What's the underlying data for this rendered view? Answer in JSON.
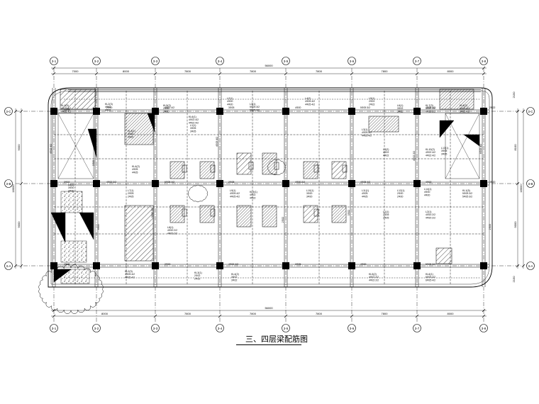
{
  "drawing_title": "三、四层梁配筋图",
  "grid_columns": [
    {
      "label": "3-1"
    },
    {
      "label": "3-2"
    },
    {
      "label": "3-3"
    },
    {
      "label": "3-4"
    },
    {
      "label": "3-5"
    },
    {
      "label": "3-6"
    },
    {
      "label": "3-7"
    },
    {
      "label": "3-8"
    }
  ],
  "grid_rows": [
    {
      "label": "3-C"
    },
    {
      "label": "3-B"
    },
    {
      "label": "3-A"
    }
  ],
  "dim_top_spans": [
    "7000",
    "8000",
    "7800",
    "7800",
    "7800",
    "7800",
    "8000"
  ],
  "dim_top_total": "56000",
  "dim_bottom_spans": [
    "8000",
    "7800",
    "7800",
    "7800",
    "7800",
    "8000"
  ],
  "dim_bottom_total": "56000",
  "dim_left_spans": [
    "9000",
    "9000"
  ],
  "dim_left_total": "18000",
  "dim_right_spans": [
    "8100",
    "9000",
    "2150"
  ],
  "dim_right_total": "18000",
  "beam_labels": [
    "KL1(5)",
    "KL2(3)",
    "KL3(1)",
    "KL4(2)",
    "KL5(2)",
    "KL6(1)",
    "L1(1)",
    "L2(1)",
    "L3(1)",
    "L4(2)",
    "L5(1)",
    "L6(1)",
    "KL7(3)",
    "KL8(2)",
    "L7(1)",
    "L8(1)",
    "L9(1)",
    "KL9(1)",
    "L10(1)",
    "L11(1)",
    "L12(1)",
    "KL10(2)",
    "L13(1)",
    "L14(1)"
  ],
  "rebar_notes": [
    "4Φ25 4/2",
    "4Φ22",
    "3Φ20",
    "4Φ25",
    "2Φ20",
    "4Φ22 4/2",
    "3Φ25",
    "4Φ20",
    "5Φ25 3/2",
    "4Φ25 4/2",
    "2Φ22",
    "3Φ22",
    "4Φ22 2/2",
    "6Φ25 4/2",
    "2Φ25",
    "4Φ20 2/2"
  ]
}
